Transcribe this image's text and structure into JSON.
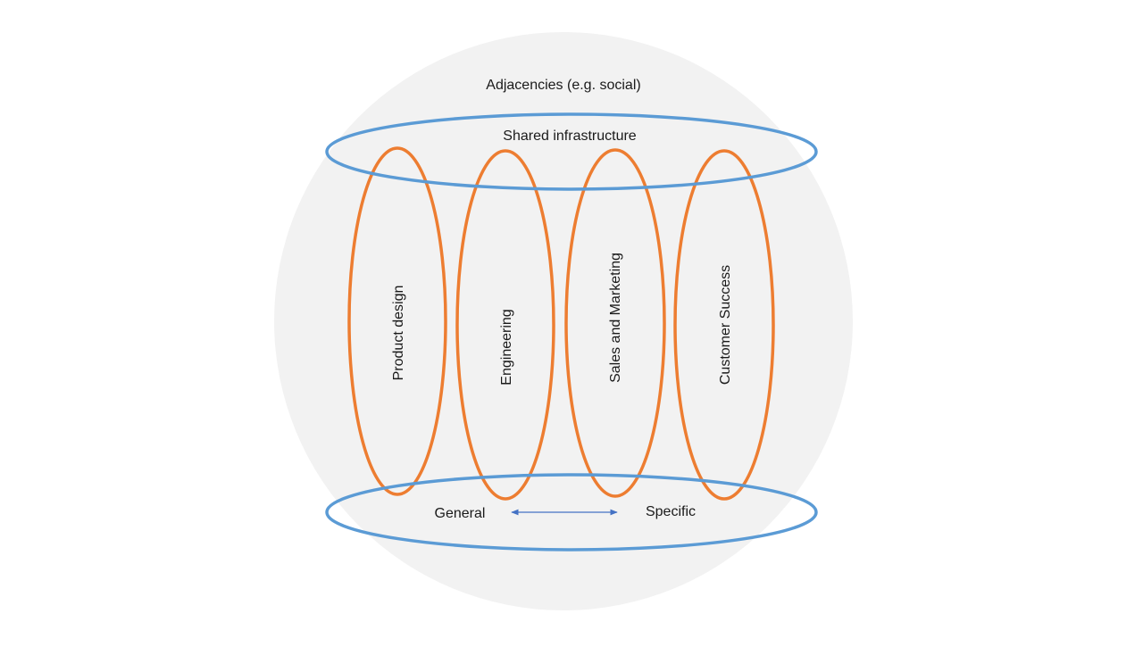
{
  "diagram": {
    "outer_label": "Adjacencies (e.g. social)",
    "top_ring_label": "Shared infrastructure",
    "pillars": [
      {
        "label": "Product design"
      },
      {
        "label": "Engineering"
      },
      {
        "label": "Sales and Marketing"
      },
      {
        "label": "Customer Success"
      }
    ],
    "bottom_ring": {
      "left_label": "General",
      "right_label": "Specific"
    },
    "colors": {
      "background_circle": "#f2f2f2",
      "ring_stroke": "#5b9bd5",
      "pillar_stroke": "#ed7d31",
      "arrow": "#4472c4",
      "text": "#1a1a1a"
    }
  }
}
